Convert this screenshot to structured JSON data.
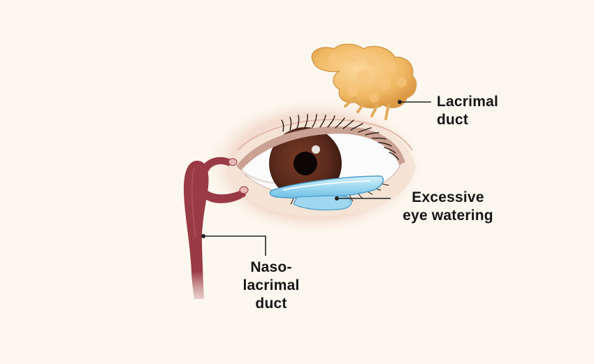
{
  "labels": {
    "lacrimal_duct": {
      "line1": "Lacrimal",
      "line2": "duct"
    },
    "eye_watering": {
      "line1": "Excessive",
      "line2": "eye watering"
    },
    "naso_lacrimal_duct": {
      "line1": "Naso-lacrimal",
      "line2": "duct"
    }
  },
  "colors": {
    "background": "#fdf8ef",
    "gland": "#f0b964",
    "duct": "#9a3a44",
    "iris": "#5a2a1c",
    "tears": "#8fd0ee",
    "eyelid_skin": "#f3d9c9"
  }
}
